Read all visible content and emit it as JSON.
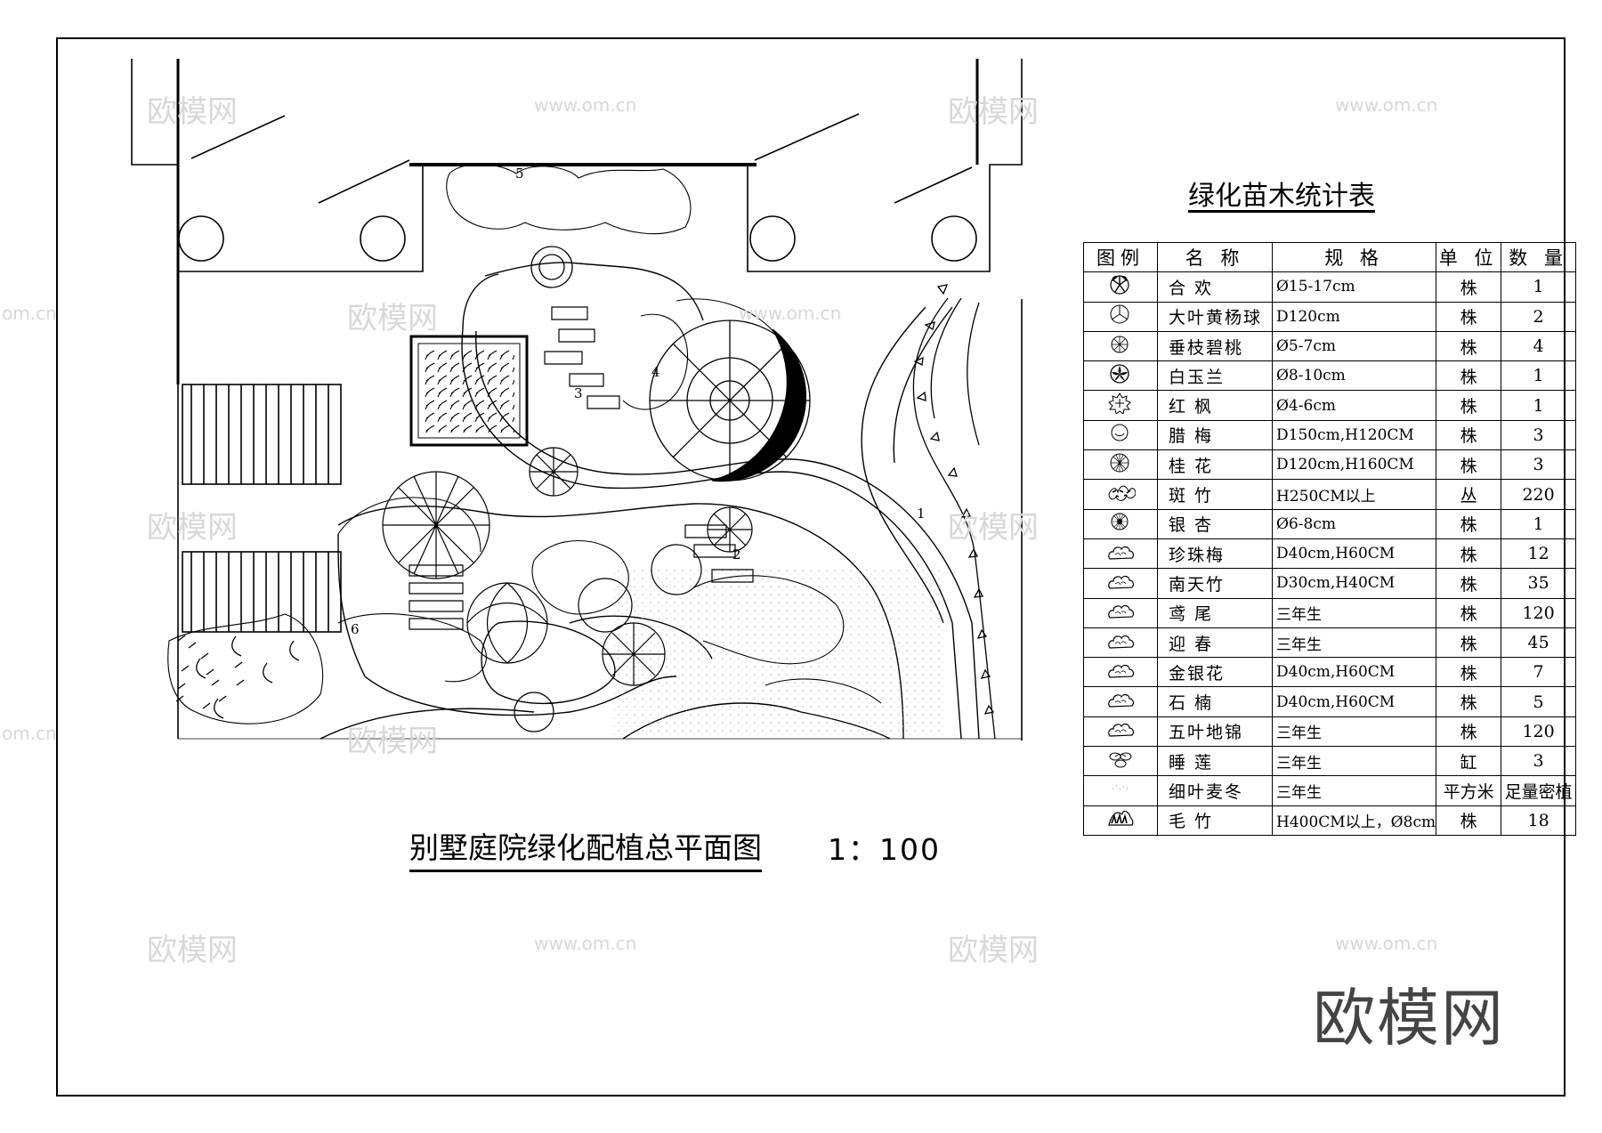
{
  "table": {
    "title": "绿化苗木统计表",
    "headers": [
      "图例",
      "名 称",
      "规 格",
      "单 位",
      "数 量"
    ],
    "rows": [
      {
        "icon": "hehuan-tree-icon",
        "name": "合 欢",
        "spec": "Ø15-17cm",
        "unit": "株",
        "qty": "1"
      },
      {
        "icon": "boxwood-ball-icon",
        "name": "大叶黄杨球",
        "spec": "D120cm",
        "unit": "株",
        "qty": "2"
      },
      {
        "icon": "weeping-peach-icon",
        "name": "垂枝碧桃",
        "spec": "Ø5-7cm",
        "unit": "株",
        "qty": "4"
      },
      {
        "icon": "magnolia-icon",
        "name": "白玉兰",
        "spec": "Ø8-10cm",
        "unit": "株",
        "qty": "1"
      },
      {
        "icon": "red-maple-icon",
        "name": "红 枫",
        "spec": "Ø4-6cm",
        "unit": "株",
        "qty": "1"
      },
      {
        "icon": "wintersweet-icon",
        "name": "腊 梅",
        "spec": "D150cm,H120CM",
        "unit": "株",
        "qty": "3"
      },
      {
        "icon": "osmanthus-icon",
        "name": "桂 花",
        "spec": "D120cm,H160CM",
        "unit": "株",
        "qty": "3"
      },
      {
        "icon": "spotted-bamboo-icon",
        "name": "斑 竹",
        "spec": "H250CM以上",
        "unit": "丛",
        "qty": "220"
      },
      {
        "icon": "ginkgo-icon",
        "name": "银 杏",
        "spec": "Ø6-8cm",
        "unit": "株",
        "qty": "1"
      },
      {
        "icon": "shrub-cloud-icon",
        "name": "珍珠梅",
        "spec": "D40cm,H60CM",
        "unit": "株",
        "qty": "12"
      },
      {
        "icon": "shrub-cloud-icon",
        "name": "南天竹",
        "spec": "D30cm,H40CM",
        "unit": "株",
        "qty": "35"
      },
      {
        "icon": "shrub-cloud-icon",
        "name": "鸢 尾",
        "spec": "三年生",
        "unit": "株",
        "qty": "120"
      },
      {
        "icon": "shrub-cloud-icon",
        "name": "迎 春",
        "spec": "三年生",
        "unit": "株",
        "qty": "45"
      },
      {
        "icon": "shrub-cloud-icon",
        "name": "金银花",
        "spec": "D40cm,H60CM",
        "unit": "株",
        "qty": "7"
      },
      {
        "icon": "shrub-cloud-icon",
        "name": "石 楠",
        "spec": "D40cm,H60CM",
        "unit": "株",
        "qty": "5"
      },
      {
        "icon": "shrub-cloud-icon",
        "name": "五叶地锦",
        "spec": "三年生",
        "unit": "株",
        "qty": "120"
      },
      {
        "icon": "water-lily-icon",
        "name": "睡 莲",
        "spec": "三年生",
        "unit": "缸",
        "qty": "3"
      },
      {
        "icon": "grass-dots-icon",
        "name": "细叶麦冬",
        "spec": "三年生",
        "unit": "平方米",
        "qty": "足量密植"
      },
      {
        "icon": "moso-bamboo-icon",
        "name": "毛 竹",
        "spec": "H400CM以上，Ø8cm",
        "unit": "株",
        "qty": "18"
      }
    ]
  },
  "plan": {
    "title": "别墅庭院绿化配植总平面图",
    "scale": "1：100",
    "area_labels": [
      "1",
      "2",
      "3",
      "4",
      "5",
      "6"
    ]
  },
  "brand": "欧模网",
  "watermark": {
    "text": "欧模网",
    "url": "www.om.cn",
    "url_short": "om.cn"
  }
}
